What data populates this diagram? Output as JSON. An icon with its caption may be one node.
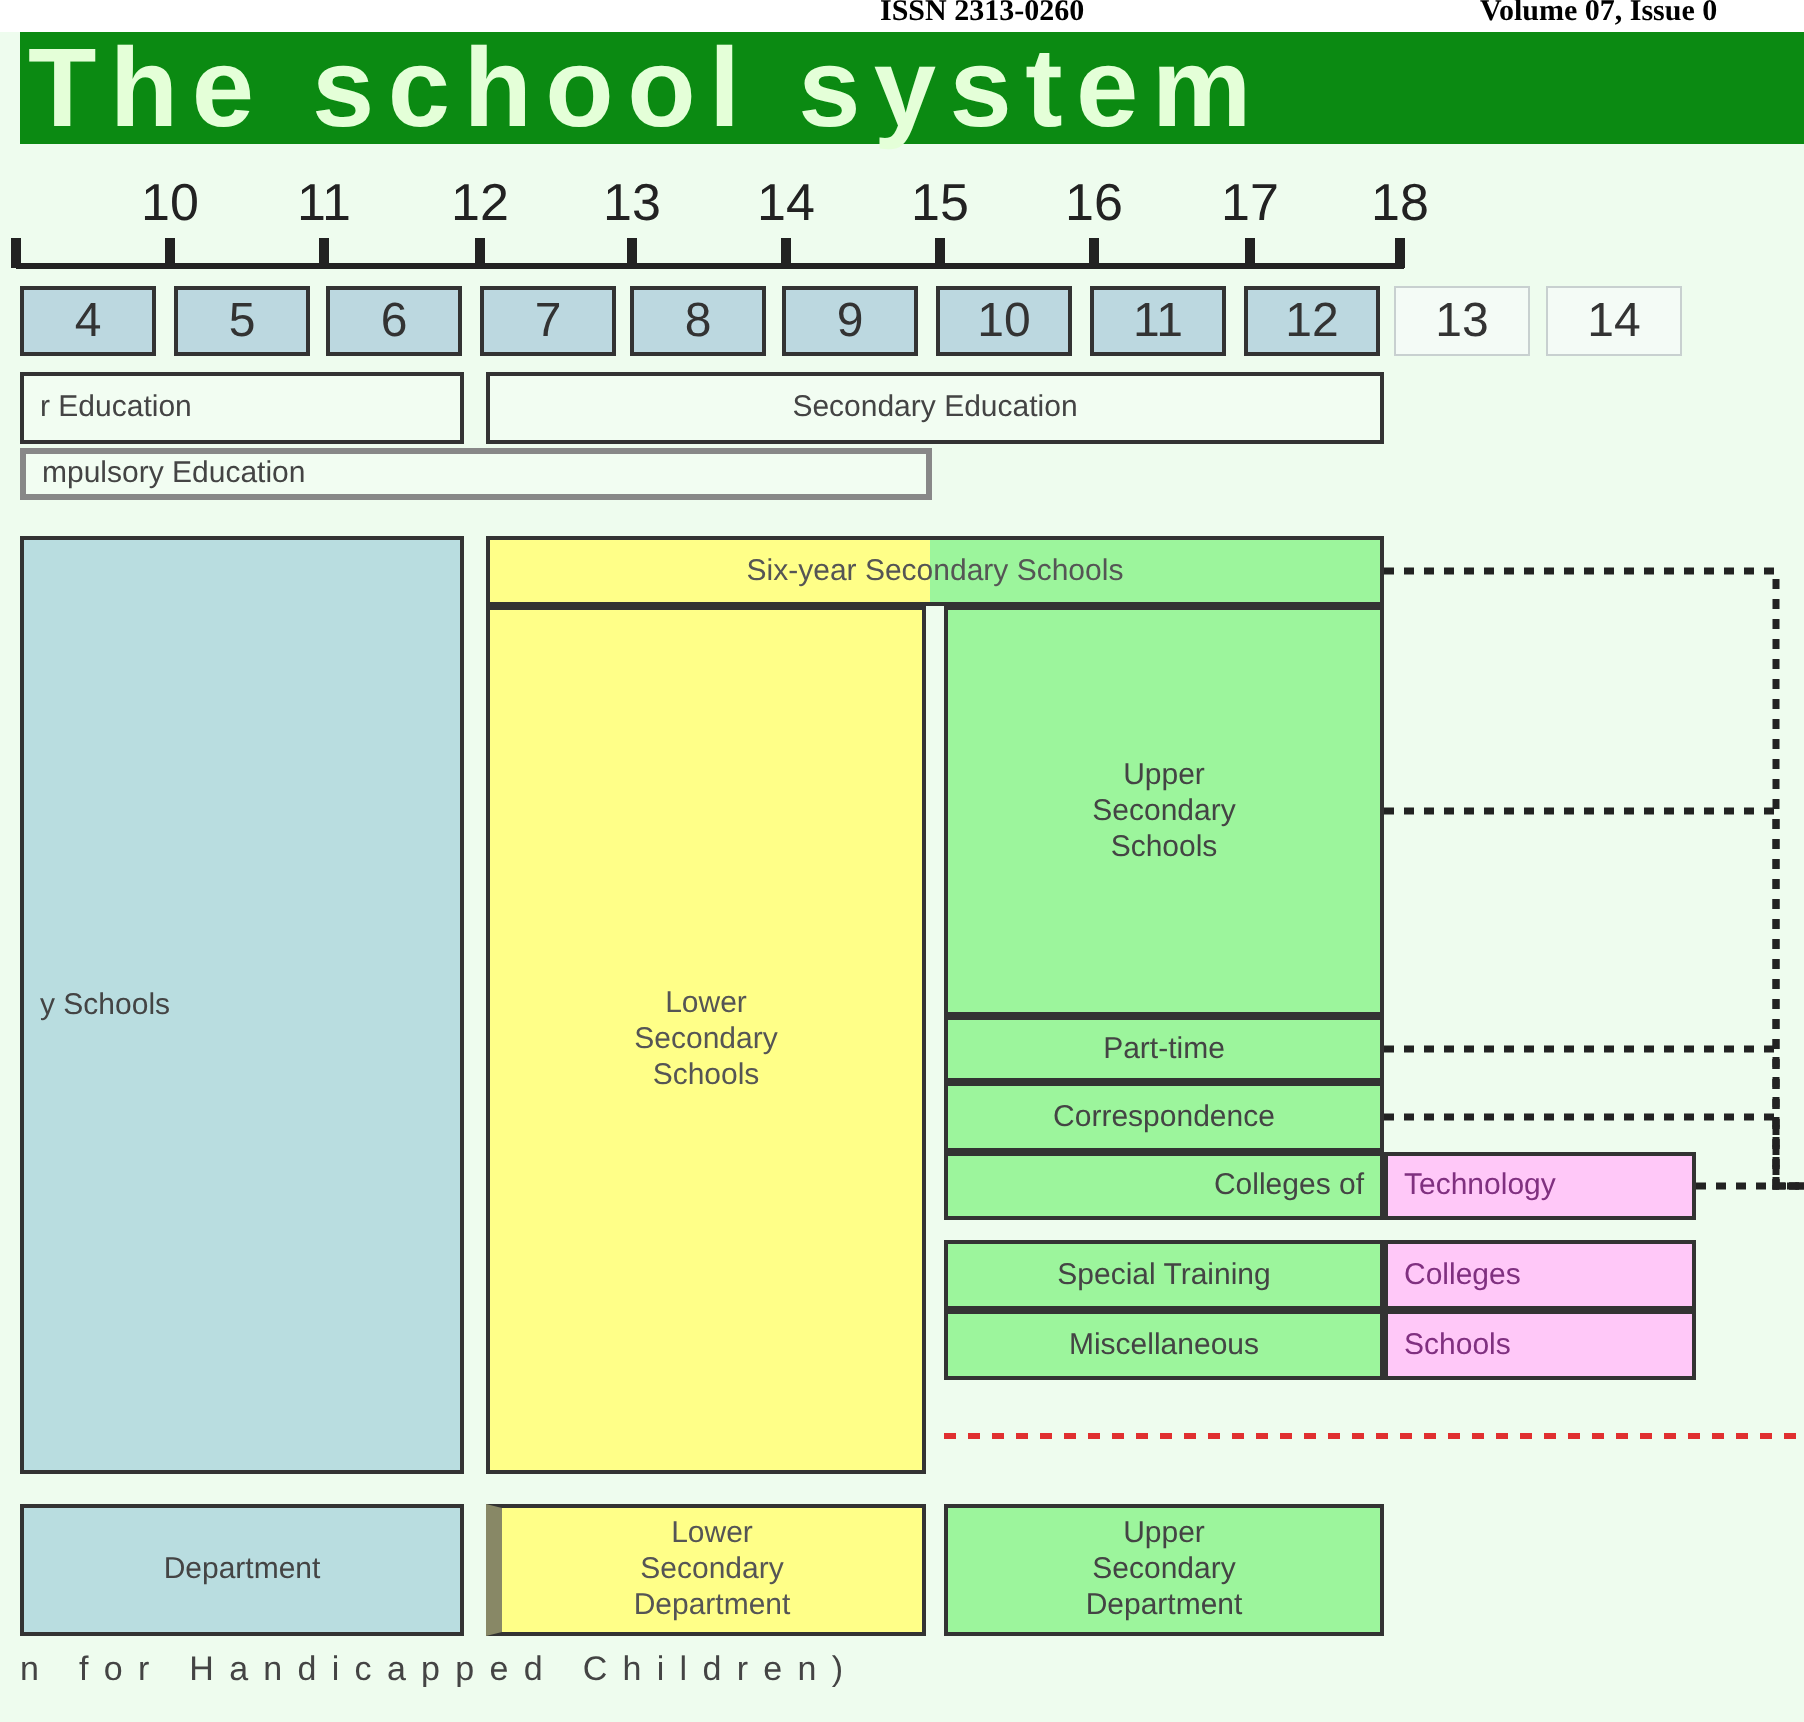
{
  "diagram": {
    "title": "The school system",
    "nodes": [
      {
        "text": [
          "4"
        ]
      },
      {
        "text": [
          "5"
        ]
      },
      {
        "text": [
          "6"
        ]
      },
      {
        "text": [
          "7"
        ]
      },
      {
        "text": [
          "8"
        ]
      },
      {
        "text": [
          "9"
        ]
      },
      {
        "text": [
          "10"
        ]
      },
      {
        "text": [
          "11"
        ]
      },
      {
        "text": [
          "12"
        ]
      },
      {
        "text": [
          "13"
        ]
      },
      {
        "text": [
          "14"
        ]
      },
      {
        "text": [
          "r Education"
        ]
      },
      {
        "text": [
          "Secondary Education"
        ]
      },
      {
        "text": [
          "mpulsory Education"
        ]
      },
      {
        "text": [
          "y Schools"
        ]
      },
      {
        "text": [
          "Six-year Secondary Schools"
        ]
      },
      {
        "text": [
          "Lower Secondary Schools"
        ]
      },
      {
        "text": [
          "Upper Secondary Schools"
        ]
      },
      {
        "text": [
          "Part-time"
        ]
      },
      {
        "text": [
          "Correspondence"
        ]
      },
      {
        "text": [
          "Colleges of"
        ]
      },
      {
        "text": [
          "Technology"
        ]
      },
      {
        "text": [
          "Special Training"
        ]
      },
      {
        "text": [
          "Colleges"
        ]
      },
      {
        "text": [
          "Miscellaneous"
        ]
      },
      {
        "text": [
          "Schools"
        ]
      },
      {
        "text": [
          "Department"
        ]
      },
      {
        "text": [
          "Lower Secondary Department"
        ]
      },
      {
        "text": [
          "Upper Secondary Department"
        ]
      }
    ],
    "edges": [
      {
        "from": 15,
        "to": null,
        "arrow": "none",
        "style": "dashed"
      },
      {
        "from": 17,
        "to": null,
        "arrow": "none",
        "style": "dashed"
      },
      {
        "from": 18,
        "to": null,
        "arrow": "none",
        "style": "dashed"
      },
      {
        "from": 19,
        "to": null,
        "arrow": "none",
        "style": "dashed"
      },
      {
        "from": 21,
        "to": null,
        "arrow": "none",
        "style": "dashed"
      }
    ],
    "labels": [
      "ISSN 2313-0260",
      "Volume 07, Issue 0",
      "10",
      "11",
      "12",
      "13",
      "14",
      "15",
      "16",
      "17",
      "18",
      "n for Handicapped Children)"
    ]
  }
}
